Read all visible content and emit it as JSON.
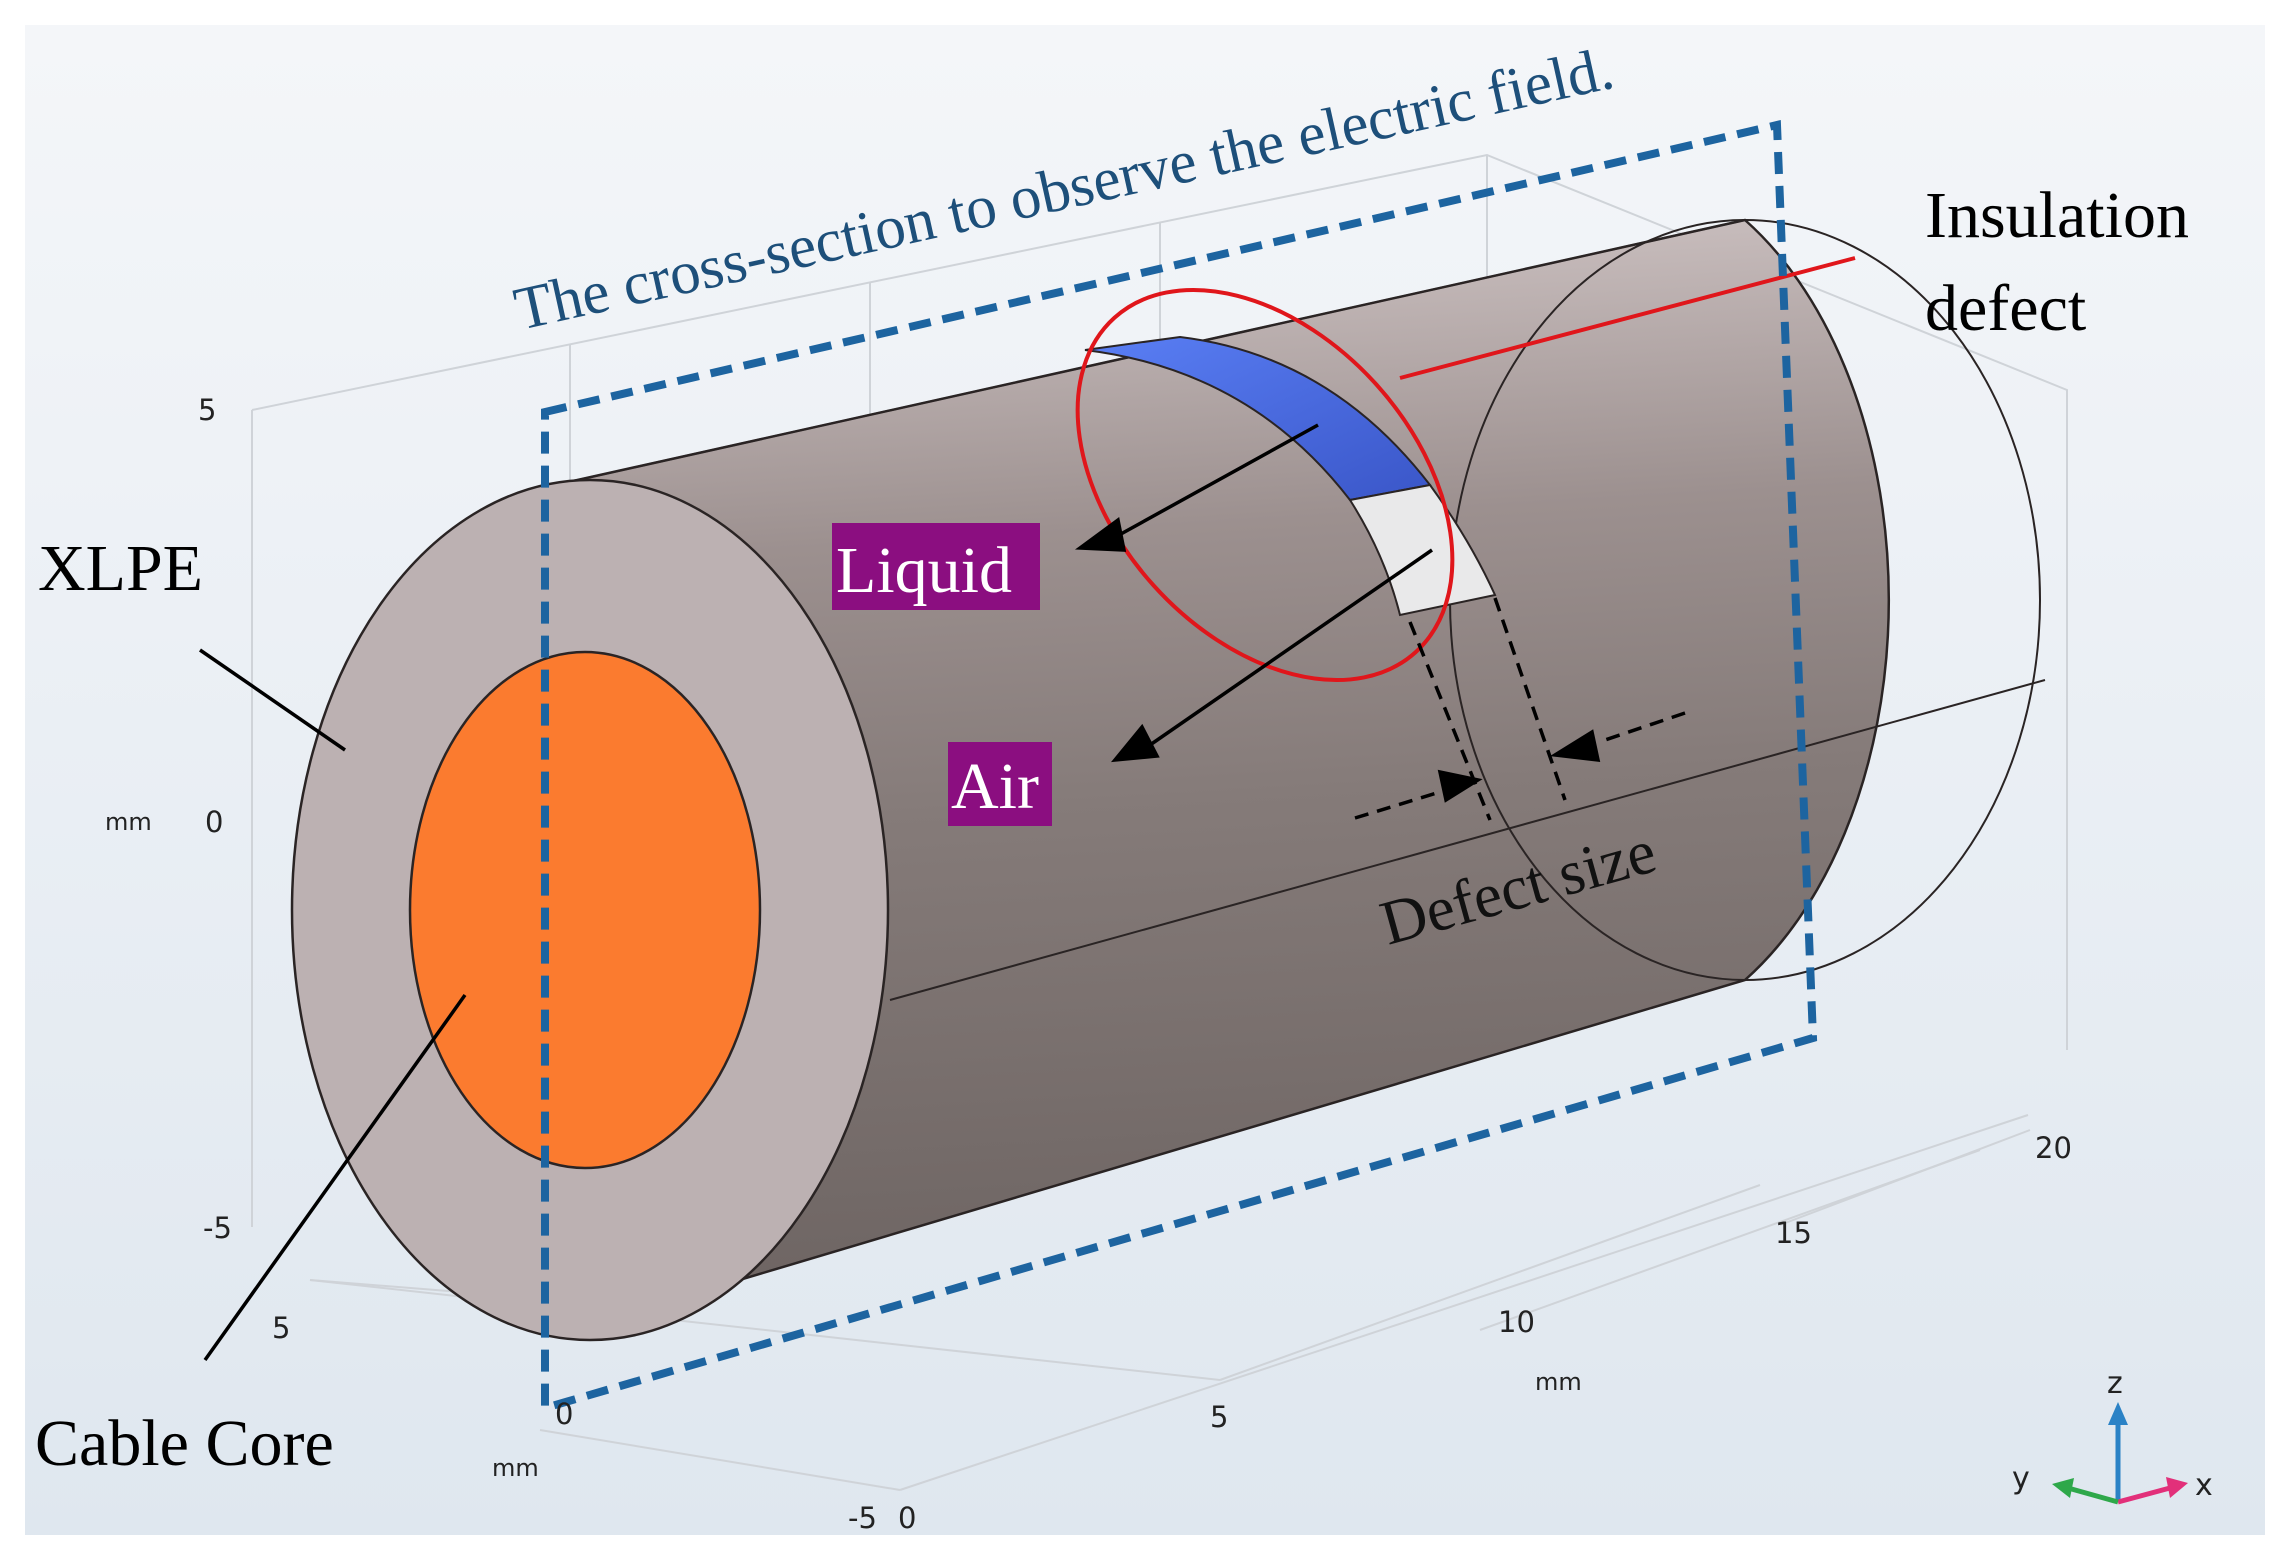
{
  "title": "The cross-section to observe the electric field.",
  "labels": {
    "insulation_defect": [
      "Insulation",
      "defect"
    ],
    "liquid": "Liquid",
    "air": "Air",
    "defect_size": "Defect size",
    "xlpe": "XLPE",
    "cable_core": "Cable Core"
  },
  "axes": {
    "z_ticks": [
      "5",
      "0",
      "-5"
    ],
    "z_unit": "mm",
    "y_ticks": [
      "5",
      "0",
      "-5"
    ],
    "y_unit": "mm",
    "x_ticks": [
      "0",
      "5",
      "10",
      "15",
      "20"
    ],
    "x_unit": "mm"
  },
  "triad": {
    "z": "z",
    "y": "y",
    "x": "x"
  },
  "colors": {
    "background": "#dfe7ef",
    "core": "#fb7b2f",
    "insulation_face": "#bcb1b2",
    "liquid": "#4f6fe0",
    "air": "#e9e9ea",
    "section_outline": "#1d64a0",
    "defect_circle": "#e0161b",
    "label_box": "#8b0e80",
    "title_text": "#1d4f7a"
  }
}
